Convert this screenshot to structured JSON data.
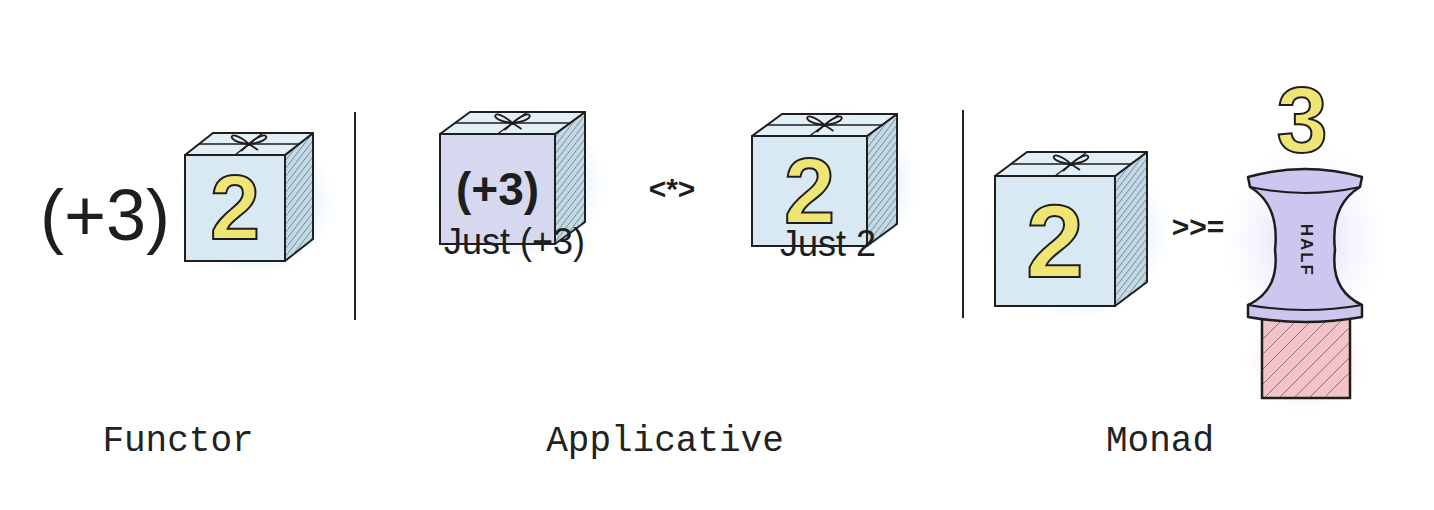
{
  "diagram": {
    "nodes": [
      {
        "text": [
          "2"
        ]
      },
      {
        "text": [
          "(+3)",
          "Just (+3)"
        ]
      },
      {
        "text": [
          "2",
          "Just 2"
        ]
      },
      {
        "text": [
          "2"
        ]
      },
      {
        "text": [
          "HALF"
        ]
      }
    ],
    "labels": [
      "(+3)",
      "<*>",
      ">>=",
      "3",
      "Functor",
      "Applicative",
      "Monad"
    ]
  }
}
